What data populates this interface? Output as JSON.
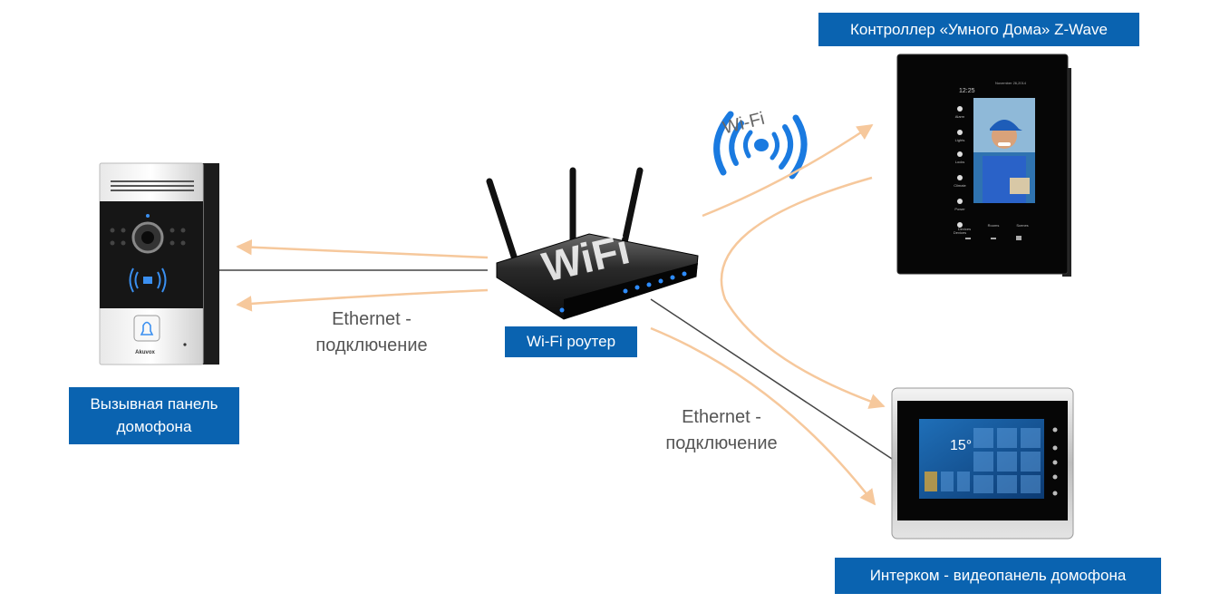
{
  "labels": {
    "call_panel": [
      "Вызывная панель",
      "домофона"
    ],
    "router": "Wi-Fi роутер",
    "controller": "Контроллер «Умного Дома» Z-Wave",
    "intercom": "Интерком - видеопанель домофона",
    "ethernet_left": [
      "Ethernet -",
      "подключение"
    ],
    "ethernet_right": [
      "Ethernet -",
      "подключение"
    ],
    "wifi_signal": "Wi-Fi"
  },
  "device_text": {
    "router_brand": "WiFi",
    "panel_brand": "Akuvox",
    "controller_time": "12:25",
    "controller_date": "November 26,2014",
    "controller_menu": [
      "Alarm",
      "Lights",
      "Locks",
      "Climate",
      "Power",
      "Devices"
    ],
    "controller_bottom": [
      "Devices",
      "Rooms",
      "Scenes"
    ],
    "intercom_temp": "15°"
  },
  "colors": {
    "label_bg": "#0a63b0",
    "arrow": "#f6c89c",
    "wire": "#444444",
    "wifi_blue": "#1a7ae0"
  }
}
